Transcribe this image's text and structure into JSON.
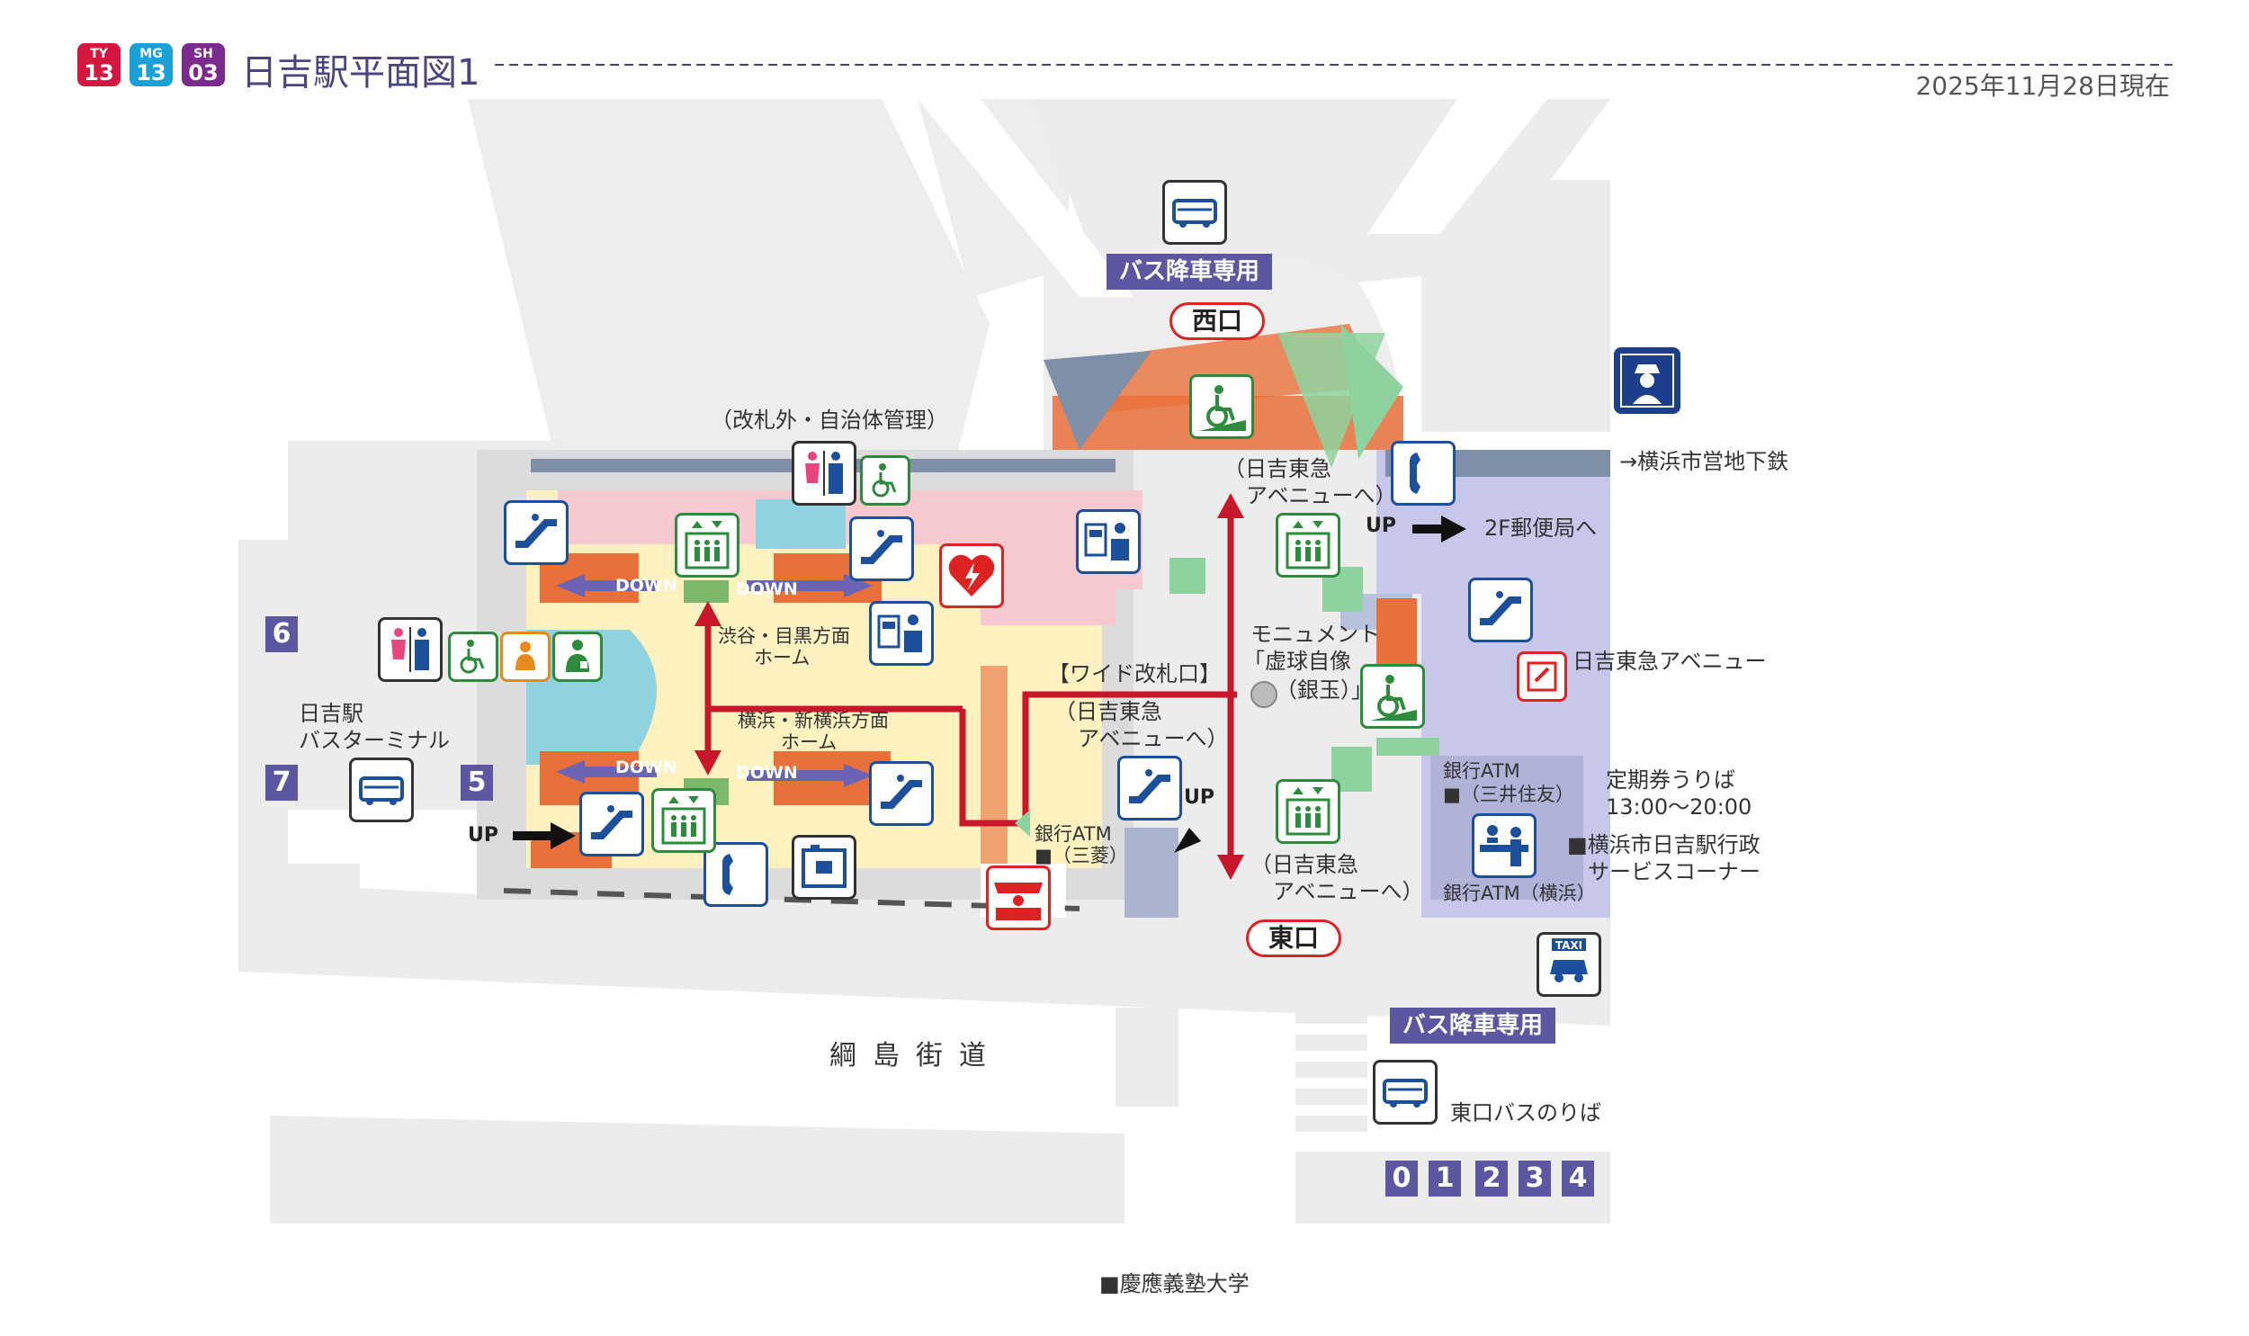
{
  "header": {
    "lines": [
      {
        "code": "TY",
        "num": "13",
        "color": "#d4173f"
      },
      {
        "code": "MG",
        "num": "13",
        "color": "#1ba0d8"
      },
      {
        "code": "SH",
        "num": "03",
        "color": "#7b2a8e"
      }
    ],
    "title": "日吉駅平面図1",
    "date": "2025年11月28日現在"
  },
  "labels": {
    "outside_gate": "（改札外・自治体管理）",
    "shibuya_platform_1": "渋谷・目黒方面",
    "shibuya_platform_2": "ホーム",
    "yokohama_platform_1": "横浜・新横浜方面",
    "yokohama_platform_2": "ホーム",
    "wide_gate": "【ワイド改札口】",
    "to_avenue_paren_1": "（日吉東急",
    "to_avenue_paren_2": "アベニューへ）",
    "to_avenue_top_1": "（日吉東急",
    "to_avenue_top_2": "アベニューへ）",
    "to_avenue_bottom_1": "（日吉東急",
    "to_avenue_bottom_2": "アベニューへ）",
    "monument_1": "モニュメント",
    "monument_2": "「虚球自像",
    "monument_3": "（銀玉）」",
    "atm_mitsubishi_1": "銀行ATM",
    "atm_mitsubishi_2": "■（三菱）",
    "atm_smbc_1": "銀行ATM",
    "atm_smbc_2": "■（三井住友）",
    "atm_yokohama": "銀行ATM（横浜）",
    "commuter_pass_1": "定期券うりば",
    "commuter_pass_2": "13:00〜20:00",
    "city_service_1": "■横浜市日吉駅行政",
    "city_service_2": "サービスコーナー",
    "subway": "→横浜市営地下鉄",
    "post_office": "2F郵便局へ",
    "avenue": "日吉東急アベニュー",
    "bus_terminal_1": "日吉駅",
    "bus_terminal_2": "バスターミナル",
    "road": "綱島街道",
    "east_bus": "東口バスのりば",
    "keio": "■慶應義塾大学",
    "up": "UP",
    "down": "DOWN"
  },
  "exits": {
    "west": "西口",
    "east": "東口"
  },
  "tags": {
    "bus_drop_west": "バス降車専用",
    "bus_drop_east": "バス降車専用",
    "taxi": "TAXI"
  },
  "bus_stops": {
    "terminal_left": [
      "6",
      "7",
      "5"
    ],
    "east": [
      "0",
      "1",
      "2",
      "3",
      "4"
    ]
  },
  "icons": [
    "bus-icon",
    "wheelchair-slope-icon",
    "police-box-icon",
    "telephone-icon",
    "restroom-icon",
    "wheelchair-icon",
    "baby-care-icon",
    "ostomate-icon",
    "escalator-icon",
    "elevator-icon",
    "aed-icon",
    "ticket-machine-icon",
    "station-office-icon",
    "coin-locker-icon",
    "shop-icon",
    "taxi-icon"
  ]
}
